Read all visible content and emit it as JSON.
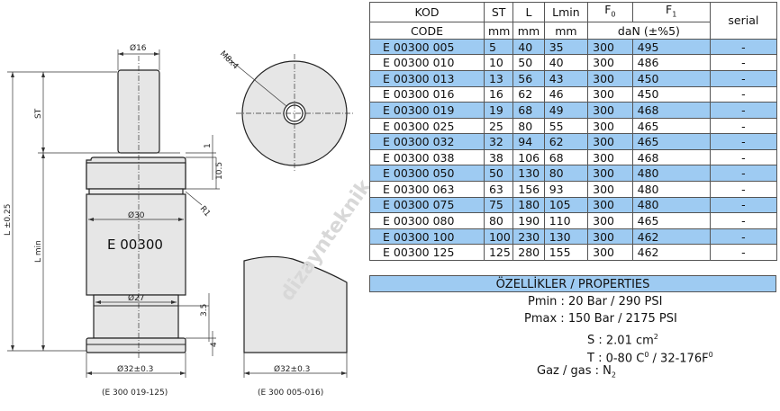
{
  "drawing": {
    "diameter_top": "Ø16",
    "stroke_label": "ST",
    "length_label": "L ±0.25",
    "lmin_label": "L min",
    "diameter_body": "Ø30",
    "model_label": "E 00300",
    "diameter_lower": "Ø27",
    "diameter_base_left": "Ø32±0.3",
    "diameter_base_right": "Ø32±0.3",
    "dim_1": "1",
    "dim_10_5": "10.5",
    "radius": "R1",
    "dim_3_5": "3.5",
    "dim_4": "4",
    "thread_label": "M8x4",
    "range_left": "(E 300 019-125)",
    "range_right": "(E 300 005-016)",
    "watermark": "dizaynteknik"
  },
  "table": {
    "headers_row1": [
      "KOD",
      "ST",
      "L",
      "Lmin",
      "F0",
      "F1",
      "serial"
    ],
    "headers_row2": [
      "CODE",
      "mm",
      "mm",
      "mm",
      "daN (±%5)"
    ],
    "rows": [
      {
        "code": "E 00300 005",
        "st": "5",
        "l": "40",
        "lmin": "35",
        "f0": "300",
        "f1": "495",
        "serial": "-"
      },
      {
        "code": "E 00300 010",
        "st": "10",
        "l": "50",
        "lmin": "40",
        "f0": "300",
        "f1": "486",
        "serial": "-"
      },
      {
        "code": "E 00300 013",
        "st": "13",
        "l": "56",
        "lmin": "43",
        "f0": "300",
        "f1": "450",
        "serial": "-"
      },
      {
        "code": "E 00300 016",
        "st": "16",
        "l": "62",
        "lmin": "46",
        "f0": "300",
        "f1": "450",
        "serial": "-"
      },
      {
        "code": "E 00300 019",
        "st": "19",
        "l": "68",
        "lmin": "49",
        "f0": "300",
        "f1": "468",
        "serial": "-"
      },
      {
        "code": "E 00300 025",
        "st": "25",
        "l": "80",
        "lmin": "55",
        "f0": "300",
        "f1": "465",
        "serial": "-"
      },
      {
        "code": "E 00300 032",
        "st": "32",
        "l": "94",
        "lmin": "62",
        "f0": "300",
        "f1": "465",
        "serial": "-"
      },
      {
        "code": "E 00300 038",
        "st": "38",
        "l": "106",
        "lmin": "68",
        "f0": "300",
        "f1": "468",
        "serial": "-"
      },
      {
        "code": "E 00300 050",
        "st": "50",
        "l": "130",
        "lmin": "80",
        "f0": "300",
        "f1": "480",
        "serial": "-"
      },
      {
        "code": "E 00300 063",
        "st": "63",
        "l": "156",
        "lmin": "93",
        "f0": "300",
        "f1": "480",
        "serial": "-"
      },
      {
        "code": "E 00300 075",
        "st": "75",
        "l": "180",
        "lmin": "105",
        "f0": "300",
        "f1": "480",
        "serial": "-"
      },
      {
        "code": "E 00300 080",
        "st": "80",
        "l": "190",
        "lmin": "110",
        "f0": "300",
        "f1": "465",
        "serial": "-"
      },
      {
        "code": "E 00300 100",
        "st": "100",
        "l": "230",
        "lmin": "130",
        "f0": "300",
        "f1": "462",
        "serial": "-"
      },
      {
        "code": "E 00300 125",
        "st": "125",
        "l": "280",
        "lmin": "155",
        "f0": "300",
        "f1": "462",
        "serial": "-"
      }
    ]
  },
  "properties": {
    "title": "ÖZELLİKLER / PROPERTIES",
    "pmin_label": "Pmin :",
    "pmin_value": "20 Bar / 290 PSI",
    "pmax_label": "Pmax :",
    "pmax_value": "150 Bar / 2175 PSI",
    "s_label": "S :",
    "s_value": "2.01 cm",
    "s_sup": "2",
    "t_label": "T :",
    "t_value_a": "0-80 C",
    "t_sup_a": "0",
    "t_value_b": " / 32-176F",
    "t_sup_b": "0",
    "gas_label": "Gaz / gas :",
    "gas_value": "N",
    "gas_sub": "2"
  },
  "colors": {
    "row_highlight": "#9ecbf2"
  }
}
